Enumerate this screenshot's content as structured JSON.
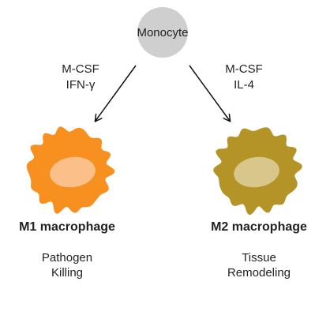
{
  "monocyte": {
    "label": "Monocyte",
    "color": "#cfcfcf"
  },
  "left": {
    "signal_1": "M-CSF",
    "signal_2": "IFN-γ",
    "title": "M1 macrophage",
    "function_1": "Pathogen",
    "function_2": "Killing",
    "cell_color": "#f7901e",
    "nucleus_color": "#fbc08a"
  },
  "right": {
    "signal_1": "M-CSF",
    "signal_2": "IL-4",
    "title": "M2 macrophage",
    "function_1": "Tissue",
    "function_2": "Remodeling",
    "cell_color": "#b49327",
    "nucleus_color": "#d8c68a"
  }
}
